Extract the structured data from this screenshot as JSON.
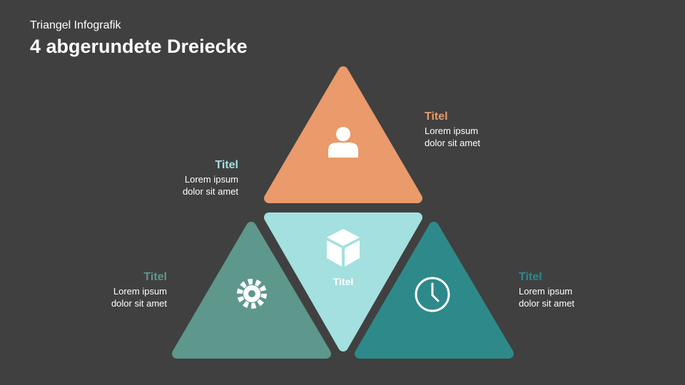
{
  "header": {
    "subtitle": "Triangel Infografik",
    "title": "4 abgerundete Dreiecke"
  },
  "colors": {
    "background": "#404040",
    "orange": "#EA9A6B",
    "light_teal": "#A3E0DF",
    "sage": "#5E978B",
    "teal": "#2E898A"
  },
  "items": [
    {
      "title": "Titel",
      "text1": "Lorem ipsum",
      "text2": "dolor sit amet",
      "icon": "user-icon"
    },
    {
      "title": "Titel",
      "text1": "Lorem ipsum",
      "text2": "dolor sit amet",
      "icon": "box-icon"
    },
    {
      "title": "Titel",
      "text1": "Lorem ipsum",
      "text2": "dolor sit amet",
      "icon": "gear-icon"
    },
    {
      "title": "Titel",
      "text1": "Lorem ipsum",
      "text2": "dolor sit amet",
      "icon": "clock-icon"
    }
  ],
  "center_label": "Titel"
}
